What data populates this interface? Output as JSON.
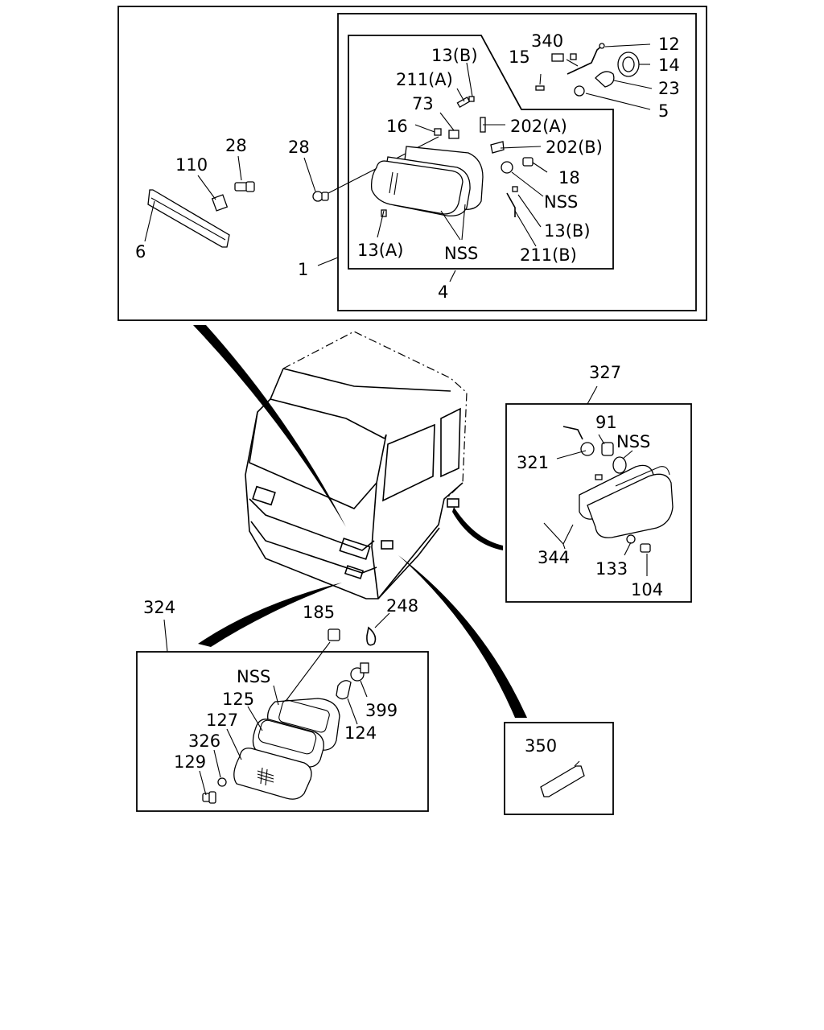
{
  "labels": {
    "l340": "340",
    "l12": "12",
    "l15": "15",
    "l13b_top": "13(B)",
    "l14": "14",
    "l211a": "211(A)",
    "l23": "23",
    "l73": "73",
    "l5": "5",
    "l16": "16",
    "l202a": "202(A)",
    "l202b": "202(B)",
    "l28a": "28",
    "l28b": "28",
    "l110": "110",
    "l18": "18",
    "l nss_top": "NSS",
    "l13b_bot": "13(B)",
    "l6": "6",
    "l13a": "13(A)",
    "l nss_mid": "NSS",
    "l211b": "211(B)",
    "l1": "1",
    "l4": "4",
    "l327": "327",
    "l91": "91",
    "l nss_r": "NSS",
    "l321": "321",
    "l344": "344",
    "l133": "133",
    "l104": "104",
    "l324": "324",
    "l185": "185",
    "l248": "248",
    "l nss_b": "NSS",
    "l125": "125",
    "l127": "127",
    "l399": "399",
    "l326": "326",
    "l124": "124",
    "l129": "129",
    "l350": "350"
  }
}
